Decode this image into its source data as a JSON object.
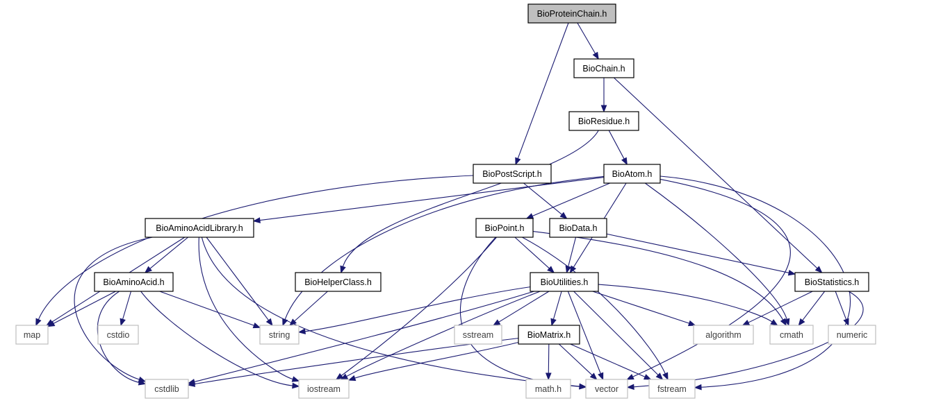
{
  "nodes": [
    {
      "id": "BioProteinChain",
      "label": "BioProteinChain.h",
      "kind": "root"
    },
    {
      "id": "BioChain",
      "label": "BioChain.h",
      "kind": "project"
    },
    {
      "id": "BioResidue",
      "label": "BioResidue.h",
      "kind": "project"
    },
    {
      "id": "BioPostScript",
      "label": "BioPostScript.h",
      "kind": "project"
    },
    {
      "id": "BioAtom",
      "label": "BioAtom.h",
      "kind": "project"
    },
    {
      "id": "BioAminoAcidLibrary",
      "label": "BioAminoAcidLibrary.h",
      "kind": "project"
    },
    {
      "id": "BioPoint",
      "label": "BioPoint.h",
      "kind": "project"
    },
    {
      "id": "BioData",
      "label": "BioData.h",
      "kind": "project"
    },
    {
      "id": "BioAminoAcid",
      "label": "BioAminoAcid.h",
      "kind": "project"
    },
    {
      "id": "BioHelperClass",
      "label": "BioHelperClass.h",
      "kind": "project"
    },
    {
      "id": "BioUtilities",
      "label": "BioUtilities.h",
      "kind": "project"
    },
    {
      "id": "BioStatistics",
      "label": "BioStatistics.h",
      "kind": "project"
    },
    {
      "id": "BioMatrix",
      "label": "BioMatrix.h",
      "kind": "project"
    },
    {
      "id": "map",
      "label": "map",
      "kind": "system"
    },
    {
      "id": "cstdio",
      "label": "cstdio",
      "kind": "system"
    },
    {
      "id": "string",
      "label": "string",
      "kind": "system"
    },
    {
      "id": "sstream",
      "label": "sstream",
      "kind": "system"
    },
    {
      "id": "algorithm",
      "label": "algorithm",
      "kind": "system"
    },
    {
      "id": "cmath",
      "label": "cmath",
      "kind": "system"
    },
    {
      "id": "numeric",
      "label": "numeric",
      "kind": "system"
    },
    {
      "id": "cstdlib",
      "label": "cstdlib",
      "kind": "system"
    },
    {
      "id": "iostream",
      "label": "iostream",
      "kind": "system"
    },
    {
      "id": "mathh",
      "label": "math.h",
      "kind": "system"
    },
    {
      "id": "vector",
      "label": "vector",
      "kind": "system"
    },
    {
      "id": "fstream",
      "label": "fstream",
      "kind": "system"
    }
  ],
  "edges": [
    [
      "BioProteinChain",
      "BioChain"
    ],
    [
      "BioProteinChain",
      "BioPostScript"
    ],
    [
      "BioChain",
      "BioResidue"
    ],
    [
      "BioChain",
      "BioStatistics"
    ],
    [
      "BioResidue",
      "BioAtom"
    ],
    [
      "BioResidue",
      "BioHelperClass"
    ],
    [
      "BioPostScript",
      "BioData"
    ],
    [
      "BioPostScript",
      "map"
    ],
    [
      "BioAtom",
      "BioAminoAcidLibrary"
    ],
    [
      "BioAtom",
      "BioPoint"
    ],
    [
      "BioAtom",
      "BioUtilities"
    ],
    [
      "BioAtom",
      "string"
    ],
    [
      "BioAtom",
      "cmath"
    ],
    [
      "BioAtom",
      "vector"
    ],
    [
      "BioAtom",
      "fstream"
    ],
    [
      "BioAminoAcidLibrary",
      "BioAminoAcid"
    ],
    [
      "BioAminoAcidLibrary",
      "map"
    ],
    [
      "BioAminoAcidLibrary",
      "string"
    ],
    [
      "BioAminoAcidLibrary",
      "cstdlib"
    ],
    [
      "BioAminoAcidLibrary",
      "iostream"
    ],
    [
      "BioAminoAcidLibrary",
      "vector"
    ],
    [
      "BioAminoAcid",
      "map"
    ],
    [
      "BioAminoAcid",
      "cstdio"
    ],
    [
      "BioAminoAcid",
      "string"
    ],
    [
      "BioAminoAcid",
      "cstdlib"
    ],
    [
      "BioAminoAcid",
      "iostream"
    ],
    [
      "BioHelperClass",
      "string"
    ],
    [
      "BioPoint",
      "BioUtilities"
    ],
    [
      "BioPoint",
      "iostream"
    ],
    [
      "BioPoint",
      "vector"
    ],
    [
      "BioPoint",
      "cmath"
    ],
    [
      "BioPoint",
      "fstream"
    ],
    [
      "BioData",
      "BioUtilities"
    ],
    [
      "BioData",
      "BioStatistics"
    ],
    [
      "BioUtilities",
      "string"
    ],
    [
      "BioUtilities",
      "sstream"
    ],
    [
      "BioUtilities",
      "BioMatrix"
    ],
    [
      "BioUtilities",
      "algorithm"
    ],
    [
      "BioUtilities",
      "cmath"
    ],
    [
      "BioUtilities",
      "cstdlib"
    ],
    [
      "BioUtilities",
      "iostream"
    ],
    [
      "BioUtilities",
      "vector"
    ],
    [
      "BioUtilities",
      "fstream"
    ],
    [
      "BioStatistics",
      "algorithm"
    ],
    [
      "BioStatistics",
      "cmath"
    ],
    [
      "BioStatistics",
      "numeric"
    ],
    [
      "BioStatistics",
      "vector"
    ],
    [
      "BioMatrix",
      "mathh"
    ],
    [
      "BioMatrix",
      "vector"
    ],
    [
      "BioMatrix",
      "fstream"
    ],
    [
      "BioMatrix",
      "cstdlib"
    ],
    [
      "BioMatrix",
      "iostream"
    ]
  ]
}
